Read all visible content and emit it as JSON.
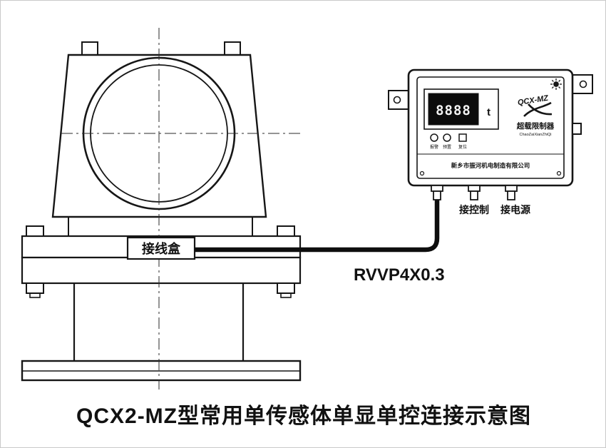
{
  "page": {
    "title": "QCX2-MZ型常用单传感体单显单控连接示意图"
  },
  "sensor": {
    "junction_box_label": "接线盒"
  },
  "cable": {
    "label": "RVVP4X0.3"
  },
  "controller": {
    "model": "QCX-MZ",
    "product_name": "超载限制器",
    "product_name_pinyin": "ChaoZaiXianZhiQi",
    "display_value": "8888",
    "display_unit": "t",
    "indicators": [
      "报警",
      "预置",
      "复位"
    ],
    "company": "新乡市振河机电制造有限公司",
    "connector_labels": {
      "control": "接控制",
      "power": "接电源"
    }
  },
  "colors": {
    "line": "#161616",
    "background": "#ffffff",
    "screen": "#0c0c0c",
    "digits": "#f5f5f5"
  }
}
